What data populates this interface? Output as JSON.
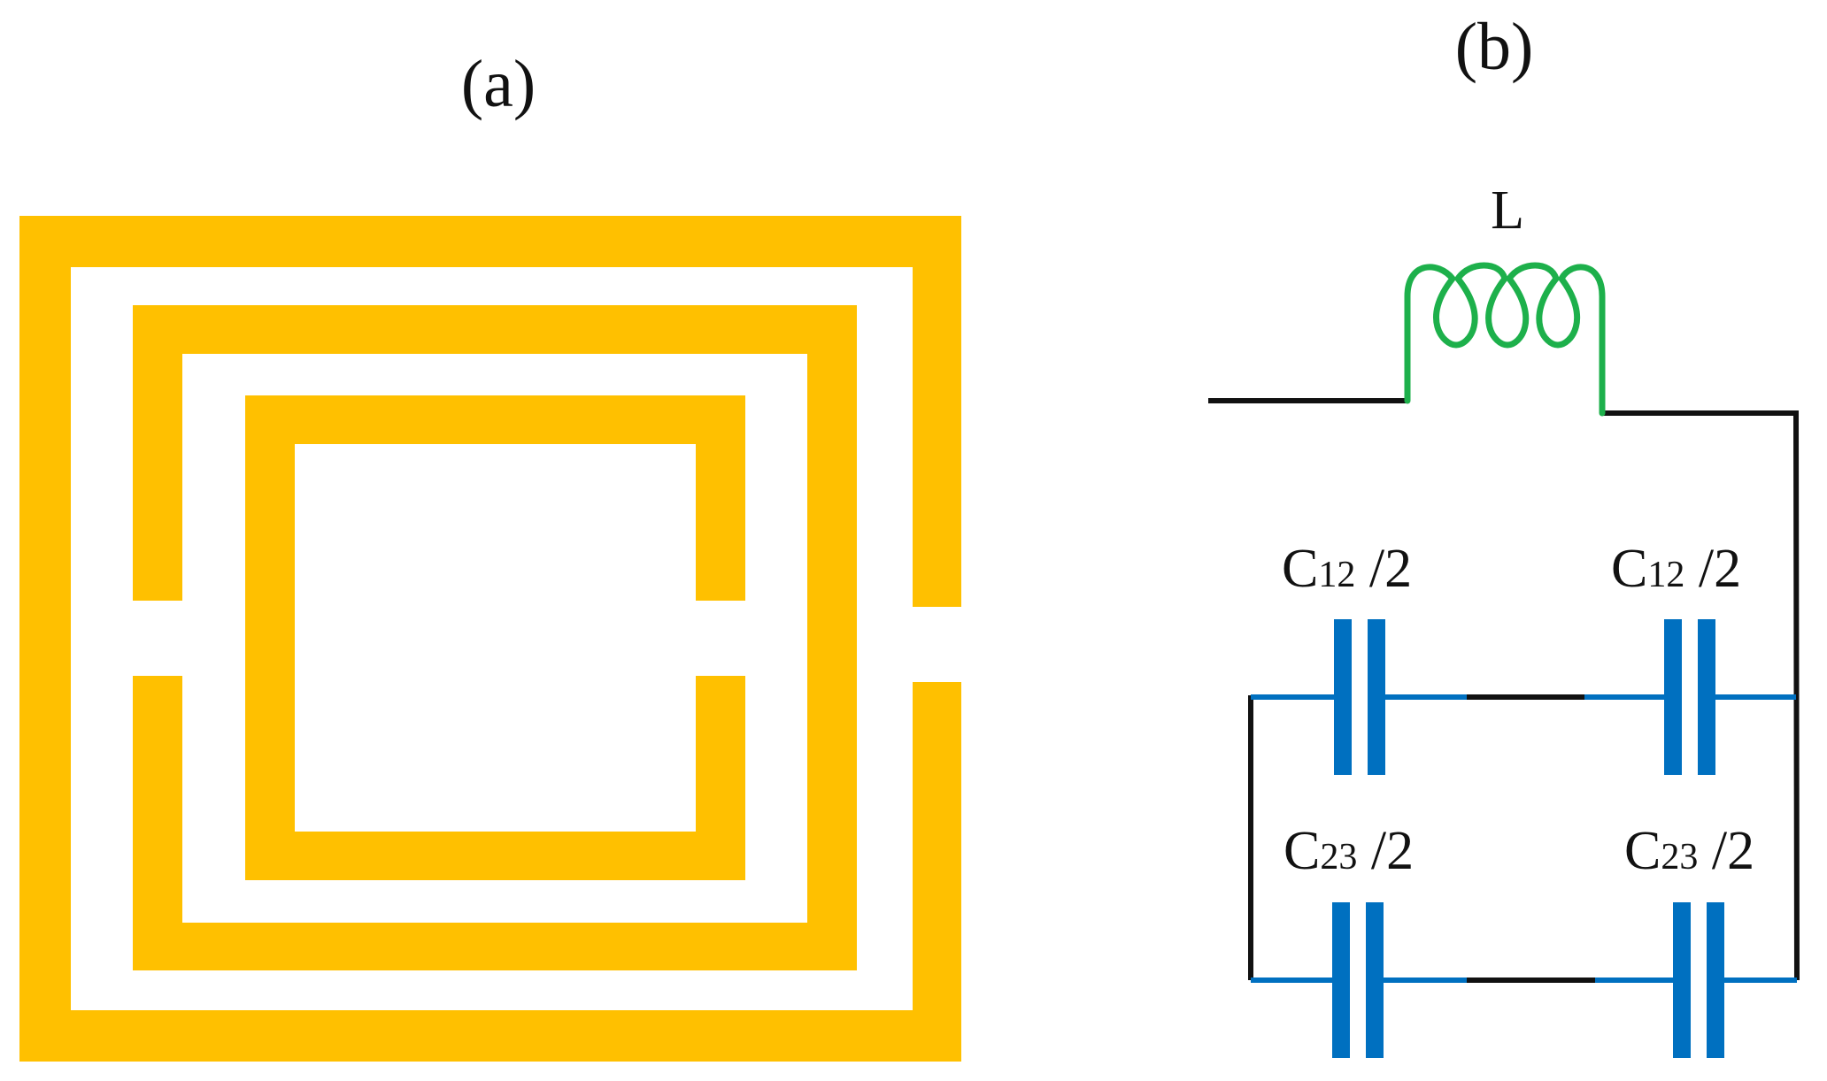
{
  "panel_a": {
    "label": "(a)"
  },
  "panel_b": {
    "label": "(b)",
    "inductor": {
      "label": "L"
    },
    "capacitors": {
      "top_left": {
        "sym": "C",
        "sub": "12",
        "suffix": " /2"
      },
      "top_right": {
        "sym": "C",
        "sub": "12",
        "suffix": " /2"
      },
      "bottom_left": {
        "sym": "C",
        "sub": "23",
        "suffix": " /2"
      },
      "bottom_right": {
        "sym": "C",
        "sub": "23",
        "suffix": " /2"
      }
    }
  },
  "colors": {
    "resonator": "#FFC000",
    "wire": "#111111",
    "inductor": "#1DB04B",
    "capacitor": "#0070C0"
  }
}
